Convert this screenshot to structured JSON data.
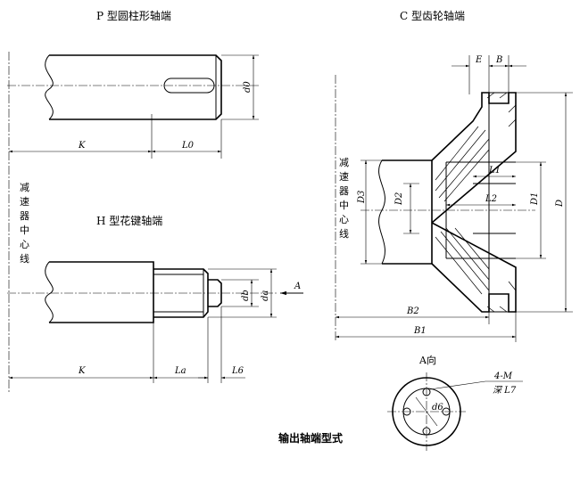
{
  "labels": {
    "title_p": "P 型圆柱形轴端",
    "title_c": "C 型齿轮轴端",
    "title_h": "H 型花键轴端",
    "reducer_center_left": [
      "减",
      "速",
      "器",
      "中",
      "心",
      "线"
    ],
    "reducer_center_right": [
      "减",
      "速",
      "器",
      "中",
      "心",
      "线"
    ],
    "view_a": "A向",
    "caption": "输出轴端型式",
    "hole_spec_top": "4-M",
    "hole_spec_bottom": "深 L7"
  },
  "dims": {
    "p_d0": "d0",
    "p_K": "K",
    "p_L0": "L0",
    "h_db": "db",
    "h_da": "da",
    "h_A": "A",
    "h_K": "K",
    "h_La": "La",
    "h_L6": "L6",
    "c_E": "E",
    "c_B": "B",
    "c_L1": "L1",
    "c_L2": "L2",
    "c_D3": "D3",
    "c_D2": "D2",
    "c_D1": "D1",
    "c_D": "D",
    "c_B2": "B2",
    "c_B1": "B1",
    "a_d6": "d6"
  }
}
